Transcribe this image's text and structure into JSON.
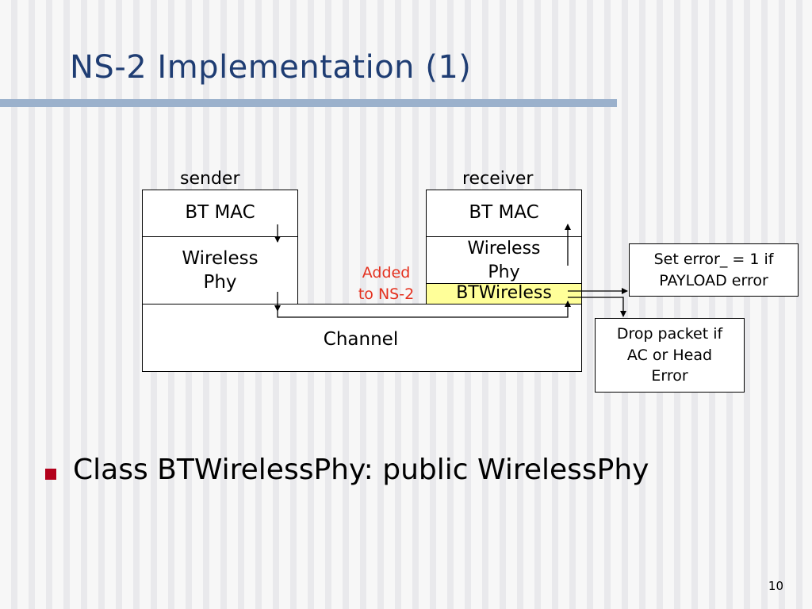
{
  "slide": {
    "title": "NS-2 Implementation (1)",
    "page_number": "10"
  },
  "diagram": {
    "sender": {
      "label": "sender",
      "mac": "BT MAC",
      "phy": "Wireless\nPhy"
    },
    "receiver": {
      "label": "receiver",
      "mac": "BT MAC",
      "phy": "Wireless\nPhy",
      "btwireless": "BTWireless"
    },
    "channel": "Channel",
    "added_note": "Added\nto NS-2",
    "error_note": "Set error_ = 1 if\nPAYLOAD error",
    "drop_note": "Drop packet if\nAC or Head\nError",
    "colors": {
      "title": "#1f3d73",
      "added_text": "#e4311f",
      "btwireless_fill": "#ffff99",
      "bullet": "#b3001b"
    }
  },
  "bullets": [
    {
      "text": "Class BTWirelessPhy: public WirelessPhy"
    }
  ]
}
